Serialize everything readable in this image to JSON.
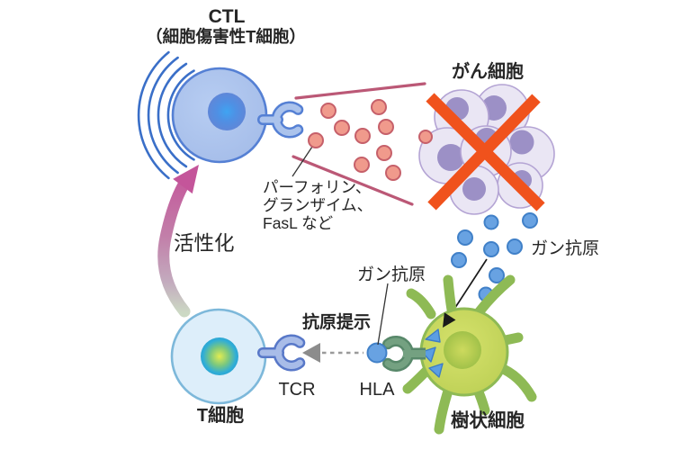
{
  "diagram": {
    "ctl": {
      "title": "CTL",
      "subtitle": "（細胞傷害性T細胞）"
    },
    "cancer": {
      "label": "がん細胞"
    },
    "secretions": {
      "line1": "パーフォリン、",
      "line2": "グランザイム、",
      "line3": "FasL など"
    },
    "activation": {
      "label": "活性化"
    },
    "antigen": {
      "label_near_cancer": "ガン抗原",
      "label_near_hla": "ガン抗原"
    },
    "presentation": {
      "label": "抗原提示"
    },
    "receptors": {
      "tcr": "TCR",
      "hla": "HLA"
    },
    "t_cell": {
      "label": "T細胞"
    },
    "dendritic": {
      "label": "樹状細胞"
    }
  },
  "colors": {
    "ctl_body": "#abc3ec",
    "ctl_border": "#5580d4",
    "arc_blue": "#3a6fc8",
    "granule_fill": "#f09a8c",
    "granule_border": "#c6606a",
    "funnel_pink": "#bb5876",
    "activation_pink": "#c4589b",
    "cancer_cell_fill": "#eae6f4",
    "cancer_cell_border": "#b4a4d4",
    "cancer_nucleus": "#9c90c6",
    "cross_orange": "#f0521c",
    "antigen_fill": "#68a2e2",
    "antigen_border": "#4080c8",
    "t_cell_fill": "#ddeefa",
    "t_cell_border": "#7db8da",
    "tcr_fill": "#a8bce8",
    "tcr_border": "#5878c8",
    "hla_green": "#6f9c7c",
    "dendritic_body": "#c7d75f",
    "dendritic_border": "#8eba55",
    "arrow_gray": "#8c8c8c",
    "arrow_black": "#1a1a1a"
  }
}
